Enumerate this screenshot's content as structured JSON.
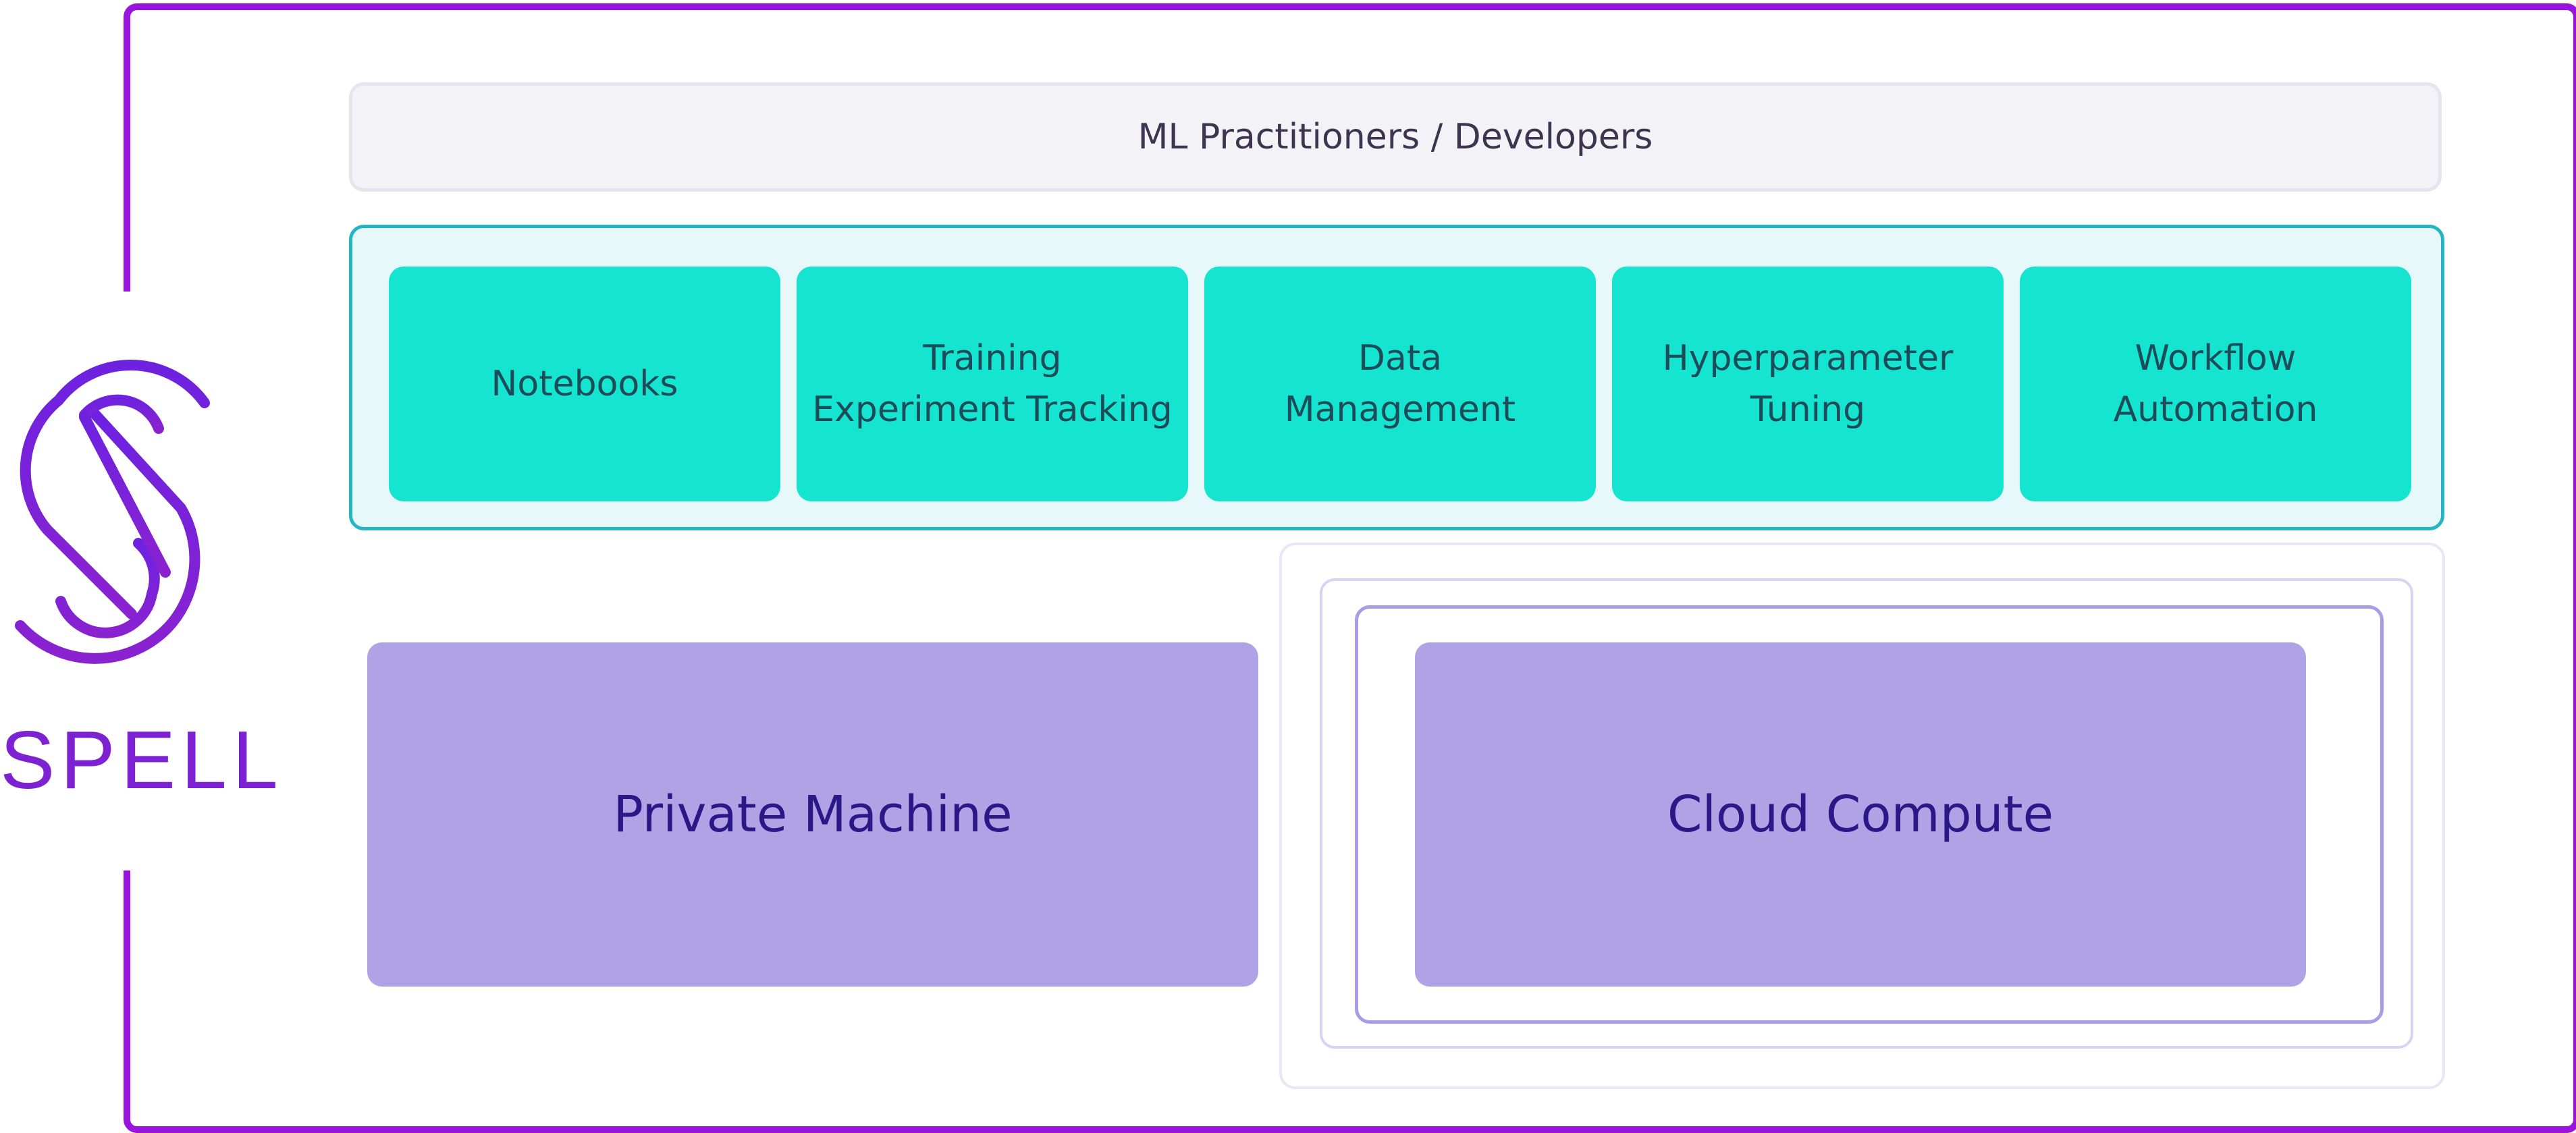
{
  "brand": {
    "name": "SPELL",
    "colors": {
      "frame": "#9a12de",
      "logo": "#7c22d2"
    }
  },
  "users_layer": {
    "label": "ML Practitioners / Developers"
  },
  "tools_layer": {
    "items": [
      {
        "label": "Notebooks"
      },
      {
        "label": "Training\nExperiment Tracking"
      },
      {
        "label": "Data\nManagement"
      },
      {
        "label": "Hyperparameter\nTuning"
      },
      {
        "label": "Workflow\nAutomation"
      }
    ],
    "colors": {
      "tile": "#14e4d0",
      "panel": "#e7f8fa",
      "border": "#22b6c5"
    }
  },
  "compute_layer": {
    "private": {
      "label": "Private Machine"
    },
    "cloud": {
      "label": "Cloud Compute"
    },
    "colors": {
      "block": "#afa2e5",
      "text": "#2a1887"
    }
  }
}
